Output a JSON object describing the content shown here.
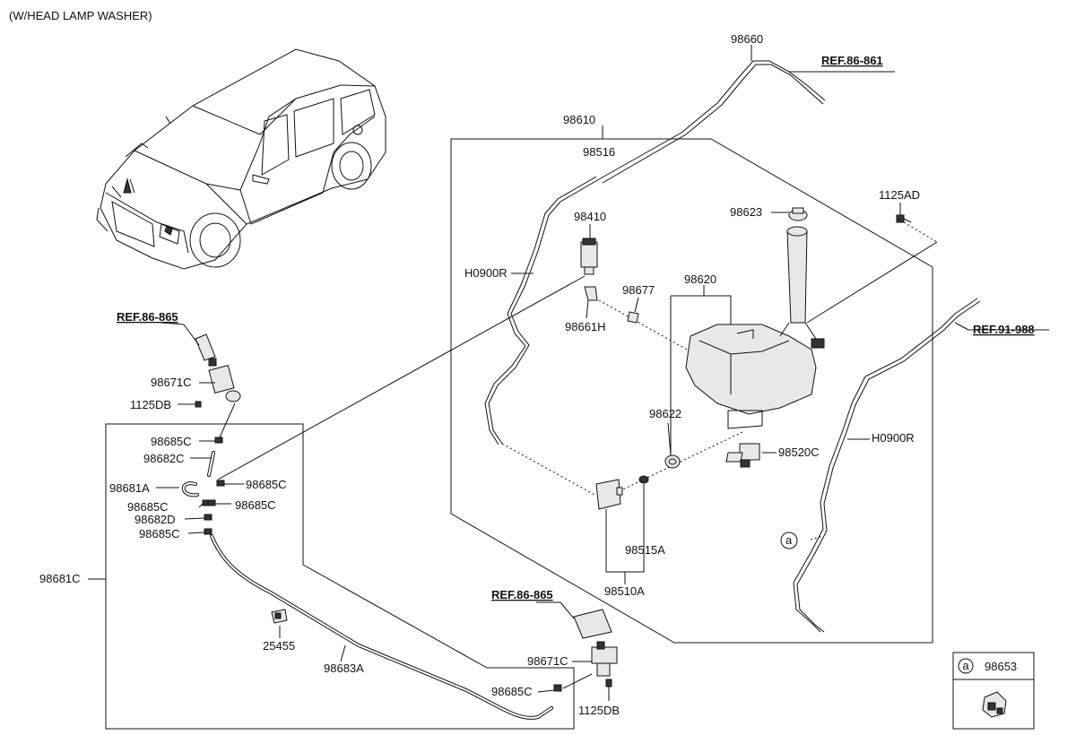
{
  "header": {
    "title": "(W/HEAD LAMP WASHER)"
  },
  "refs": {
    "ref_86_861": "REF.86-861",
    "ref_86_865_top": "REF.86-865",
    "ref_86_865_bottom": "REF.86-865",
    "ref_91_988": "REF.91-988"
  },
  "labels": {
    "p98660": "98660",
    "p98610": "98610",
    "p98516": "98516",
    "p98410": "98410",
    "p1125AD": "1125AD",
    "p98623": "98623",
    "pH0900R_left": "H0900R",
    "p98677": "98677",
    "p98620": "98620",
    "p98661H": "98661H",
    "p98622": "98622",
    "p98520C": "98520C",
    "pH0900R_right": "H0900R",
    "p98515A": "98515A",
    "p98510A": "98510A",
    "p98671C_top": "98671C",
    "p1125DB_top": "1125DB",
    "p98685C_1": "98685C",
    "p98682C": "98682C",
    "p98681A": "98681A",
    "p98685C_2": "98685C",
    "p98685C_3": "98685C",
    "p98685C_4": "98685C",
    "p98682D": "98682D",
    "p98685C_5": "98685C",
    "p98681C": "98681C",
    "p25455": "25455",
    "p98683A": "98683A",
    "p98671C_bottom": "98671C",
    "p98685C_6": "98685C",
    "p1125DB_bottom": "1125DB",
    "callout_a": "a"
  },
  "legend": {
    "marker": "a",
    "part": "98653"
  }
}
